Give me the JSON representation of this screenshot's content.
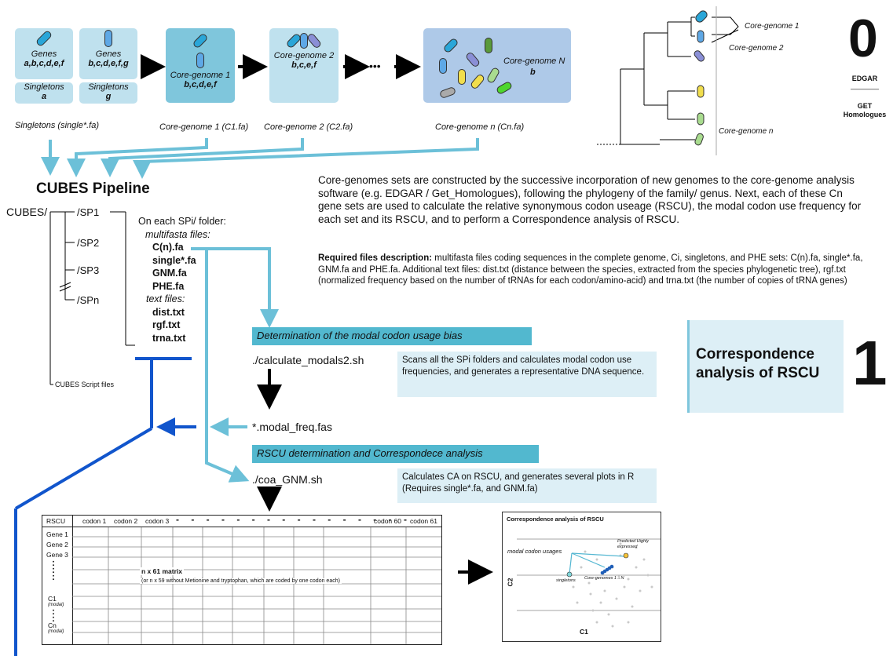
{
  "top": {
    "genes1": {
      "title": "Genes",
      "set": "a,b,c,d,e,f",
      "singletons_title": "Singletons",
      "singletons_set": "a"
    },
    "genes2": {
      "title": "Genes",
      "set": "b,c,d,e,f,g",
      "singletons_title": "Singletons",
      "singletons_set": "g"
    },
    "core1": {
      "title": "Core-genome 1",
      "set": "b,c,d,e,f"
    },
    "core2": {
      "title": "Core-genome 2",
      "set": "b,c,e,f"
    },
    "coreN": {
      "title": "Core-genome N",
      "set": "b"
    },
    "ellipsis": "•••",
    "cap_singletons": "Singletons (single*.fa)",
    "cap_c1": "Core-genome 1  (C1.fa)",
    "cap_c2": "Core-genome 2  (C2.fa)",
    "cap_cn": "Core-genome n (Cn.fa)"
  },
  "tree": {
    "label1": "Core-genome 1",
    "label2": "Core-genome 2",
    "labeln": "Core-genome n"
  },
  "step0": {
    "number": "0",
    "tool1": "EDGAR",
    "sep": "————",
    "tool2": "GET Homologues"
  },
  "pipeline": {
    "title": "CUBES Pipeline",
    "root": "CUBES/",
    "sp1": "/SP1",
    "sp2": "/SP2",
    "sp3": "/SP3",
    "spn": "/SPn",
    "script_files": "CUBES Script files",
    "folder_head": "On each SPi/ folder:",
    "multifasta_head": "multifasta files:",
    "files": [
      "C(n).fa",
      "single*.fa",
      "GNM.fa",
      "PHE.fa"
    ],
    "text_head": "text files:",
    "text_files": [
      "dist.txt",
      "rgf.txt",
      "trna.txt"
    ]
  },
  "intro": "Core-genomes sets are constructed by the successive incorporation of new genomes to the core-genome analysis software (e.g. EDGAR / Get_Homologues), following the phylogeny of the family/ genus. Next, each of these Cn gene sets are used to calculate the relative synonymous codon useage (RSCU), the modal codon use frequency for each set and its RSCU, and to perform a Correspondence analysis of RSCU.",
  "required": {
    "head": "Required files description:",
    "body": " multifasta files coding sequences in the complete genome, Ci, singletons, and PHE sets: C(n).fa, single*.fa, GNM.fa and PHE.fa.  Additional text files: dist.txt (distance between the species, extracted from the species phylogenetic tree), rgf.txt (normalized frequency based on the number of tRNAs for each codon/amino-acid) and trna.txt (the number of copies of tRNA genes)"
  },
  "workflow": {
    "step1_title": "Determination of the modal codon usage bias",
    "script1": "./calculate_modals2.sh",
    "desc1": "Scans all the SPi folders and calculates modal codon use frequencies, and generates a representative DNA sequence.",
    "output1": "*.modal_freq.fas",
    "step2_title": "RSCU determination and Correspondece analysis",
    "script2": "./coa_GNM.sh",
    "desc2": "Calculates CA on RSCU, and generates several plots in R (Requires single*.fa, and GNM.fa)"
  },
  "section1": {
    "title": "Correspondence analysis of RSCU",
    "number": "1"
  },
  "matrix": {
    "corner": "RSCU",
    "cols": [
      "codon 1",
      "codon 2",
      "codon 3",
      "codon 60",
      "codon 61"
    ],
    "rows": [
      "Gene 1",
      "Gene 2",
      "Gene 3"
    ],
    "c1": "C1",
    "c1_sub": "(modal)",
    "cn": "Cn",
    "cn_sub": "(modal)",
    "label": "n x 61 matrix",
    "sublabel": "(or n x 59 without Metionine and tryptophan, which are coded by one codon each)"
  },
  "plot": {
    "title": "Correspondence analysis of RSCU",
    "xlabel": "C1",
    "ylabel": "C2",
    "ann_modal": "modal codon usages",
    "ann_predicted": "Predicted Highly expressed",
    "ann_singletons": "singletons",
    "ann_core": "Core-genomes 1→N"
  },
  "colors": {
    "accent": "#52b8cf",
    "line": "#6cc0d8",
    "darkblue": "#1155cc"
  }
}
